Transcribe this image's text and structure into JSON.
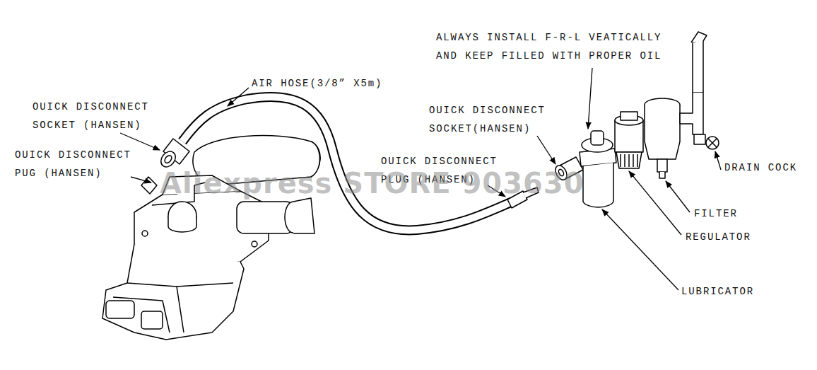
{
  "diagram": {
    "labels": [
      "ALWAYS INSTALL F-R-L VEATICALLY AND KEEP FILLED WITH PROPER OIL",
      "AIR HOSE(3/8” X5m)",
      "OUICK DISCONNECT SOCKET (HANSEN)",
      "OUICK DISCONNECT PUG (HANSEN)",
      "OUICK DISCONNECT SOCKET(HANSEN)",
      "OUICK DISCONNECT PLUG (HANSEN)",
      "DRAIN COCK",
      "FILTER",
      "REGULATOR",
      "LUBRICATOR",
      "Aliexpress STORE 903630"
    ]
  }
}
